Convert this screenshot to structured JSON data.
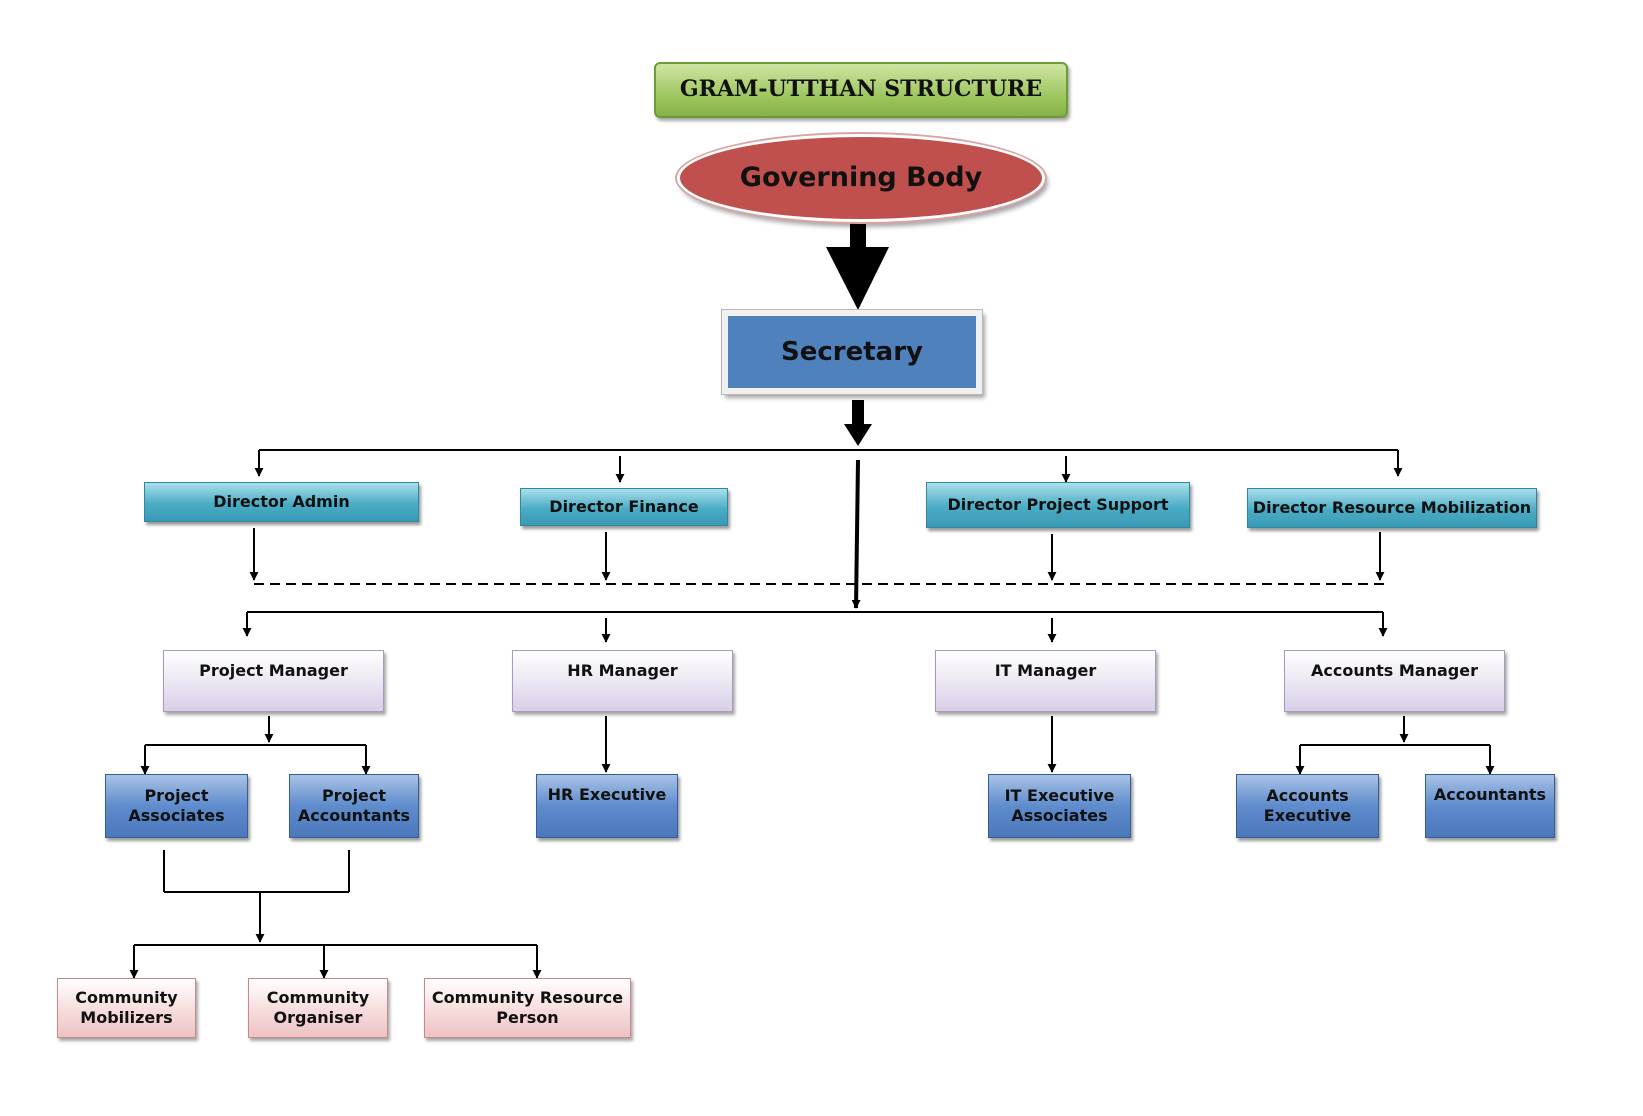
{
  "title": "GRAM-UTTHAN STRUCTURE",
  "governing_body": "Governing Body",
  "secretary": "Secretary",
  "directors": {
    "admin": "Director Admin",
    "finance": "Director Finance",
    "project_support": "Director Project Support",
    "resource_mobilization": "Director Resource Mobilization"
  },
  "managers": {
    "project": "Project Manager",
    "hr": "HR Manager",
    "it": "IT Manager",
    "accounts": "Accounts Manager"
  },
  "staff": {
    "project_associates": "Project\nAssociates",
    "project_accountants": "Project\nAccountants",
    "hr_executive": "HR Executive",
    "it_executive_associates": "IT Executive\nAssociates",
    "accounts_executive": "Accounts\nExecutive",
    "accountants": "Accountants"
  },
  "community": {
    "mobilizers": "Community\nMobilizers",
    "organiser": "Community\nOrganiser",
    "resource_person": "Community Resource\nPerson"
  }
}
